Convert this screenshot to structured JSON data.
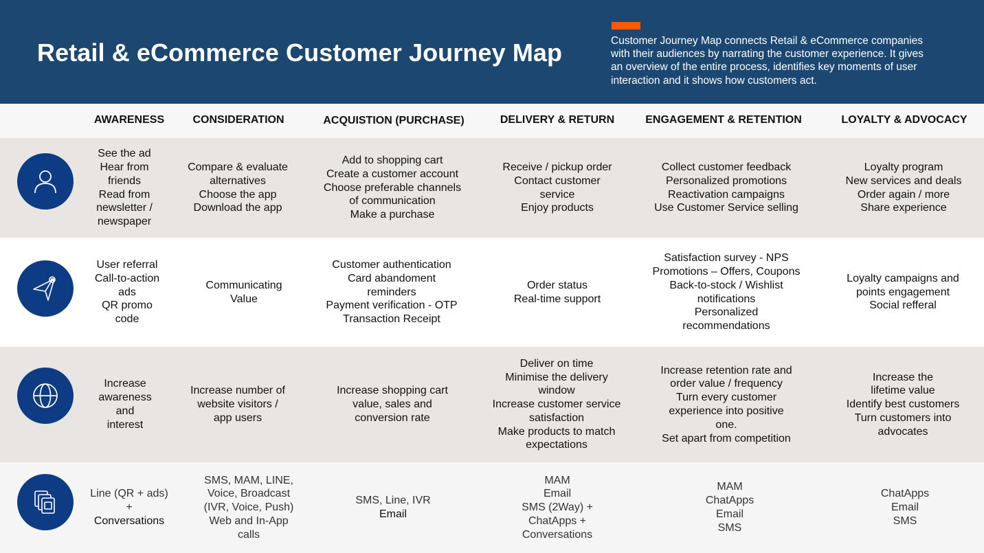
{
  "header": {
    "title": "Retail & eCommerce Customer Journey Map",
    "description_lines": [
      "Customer Journey Map connects Retail & eCommerce companies",
      "with their audiences by narrating the customer experience. It gives",
      "an overview of the entire process, identifies key moments of user",
      "interaction and it shows how customers act."
    ],
    "accent_color": "#ff5a00",
    "background_color": "#1b4771"
  },
  "columns": [
    "AWARENESS",
    "CONSIDERATION",
    "ACQUISTION (PURCHASE)",
    "DELIVERY & RETURN",
    "ENGAGEMENT & RETENTION",
    "LOYALTY & ADVOCACY"
  ],
  "rows": [
    {
      "icon": "user-icon",
      "cells": [
        [
          "See the ad",
          "Hear from",
          "friends",
          "Read from",
          "newsletter /",
          "newspaper"
        ],
        [
          "Compare & evaluate",
          "alternatives",
          "Choose the app",
          "Download the app"
        ],
        [
          "Add to shopping cart",
          "Create a customer account",
          "Choose preferable channels",
          "of communication",
          "Make a purchase"
        ],
        [
          "Receive / pickup order",
          "Contact customer",
          "service",
          "Enjoy products"
        ],
        [
          "Collect customer feedback",
          "Personalized promotions",
          "Reactivation campaigns",
          "Use Customer Service selling"
        ],
        [
          "Loyalty program",
          "New services and deals",
          "Order again / more",
          "Share experience"
        ]
      ]
    },
    {
      "icon": "navigation-arrow-icon",
      "cells": [
        [
          "User referral",
          "Call-to-action",
          "ads",
          "QR promo",
          "code"
        ],
        [
          "Communicating",
          "Value"
        ],
        [
          "Customer authentication",
          "Card abandoment",
          "reminders",
          "Payment verification - OTP",
          "Transaction Receipt"
        ],
        [
          "Order status",
          "Real-time support"
        ],
        [
          "Satisfaction survey - NPS",
          "Promotions – Offers, Coupons",
          "Back-to-stock / Wishlist",
          "notifications",
          "Personalized",
          "recommendations"
        ],
        [
          "Loyalty campaigns and",
          "points engagement",
          "Social refferal"
        ]
      ]
    },
    {
      "icon": "globe-icon",
      "cells": [
        [
          "Increase",
          "awareness",
          "and",
          "interest"
        ],
        [
          "Increase number of",
          "website visitors /",
          "app users"
        ],
        [
          "Increase shopping cart",
          "value, sales and",
          "conversion rate"
        ],
        [
          "Deliver on time",
          "Minimise the delivery",
          "window",
          "Increase customer service",
          "satisfaction",
          "Make products to match",
          "expectations"
        ],
        [
          "Increase retention rate and",
          "order value / frequency",
          "Turn every customer",
          "experience into positive",
          "one.",
          "Set apart from competition"
        ],
        [
          "Increase the",
          "lifetime value",
          "Identify best customers",
          "Turn customers into",
          "advocates"
        ]
      ]
    },
    {
      "icon": "copy-channels-icon",
      "cells": [
        [
          "Line (QR + ads)",
          "+",
          "Conversations"
        ],
        [
          "SMS, MAM, LINE,",
          "Voice, Broadcast",
          "(IVR, Voice, Push)",
          "Web and In-App",
          "calls"
        ],
        [
          "SMS, Line, IVR",
          "Email"
        ],
        [
          "MAM",
          "Email",
          "SMS (2Way) +",
          "ChatApps +",
          "Conversations"
        ],
        [
          "MAM",
          "ChatApps",
          "Email",
          "SMS"
        ],
        [
          "ChatApps",
          "Email",
          "SMS"
        ]
      ]
    }
  ]
}
